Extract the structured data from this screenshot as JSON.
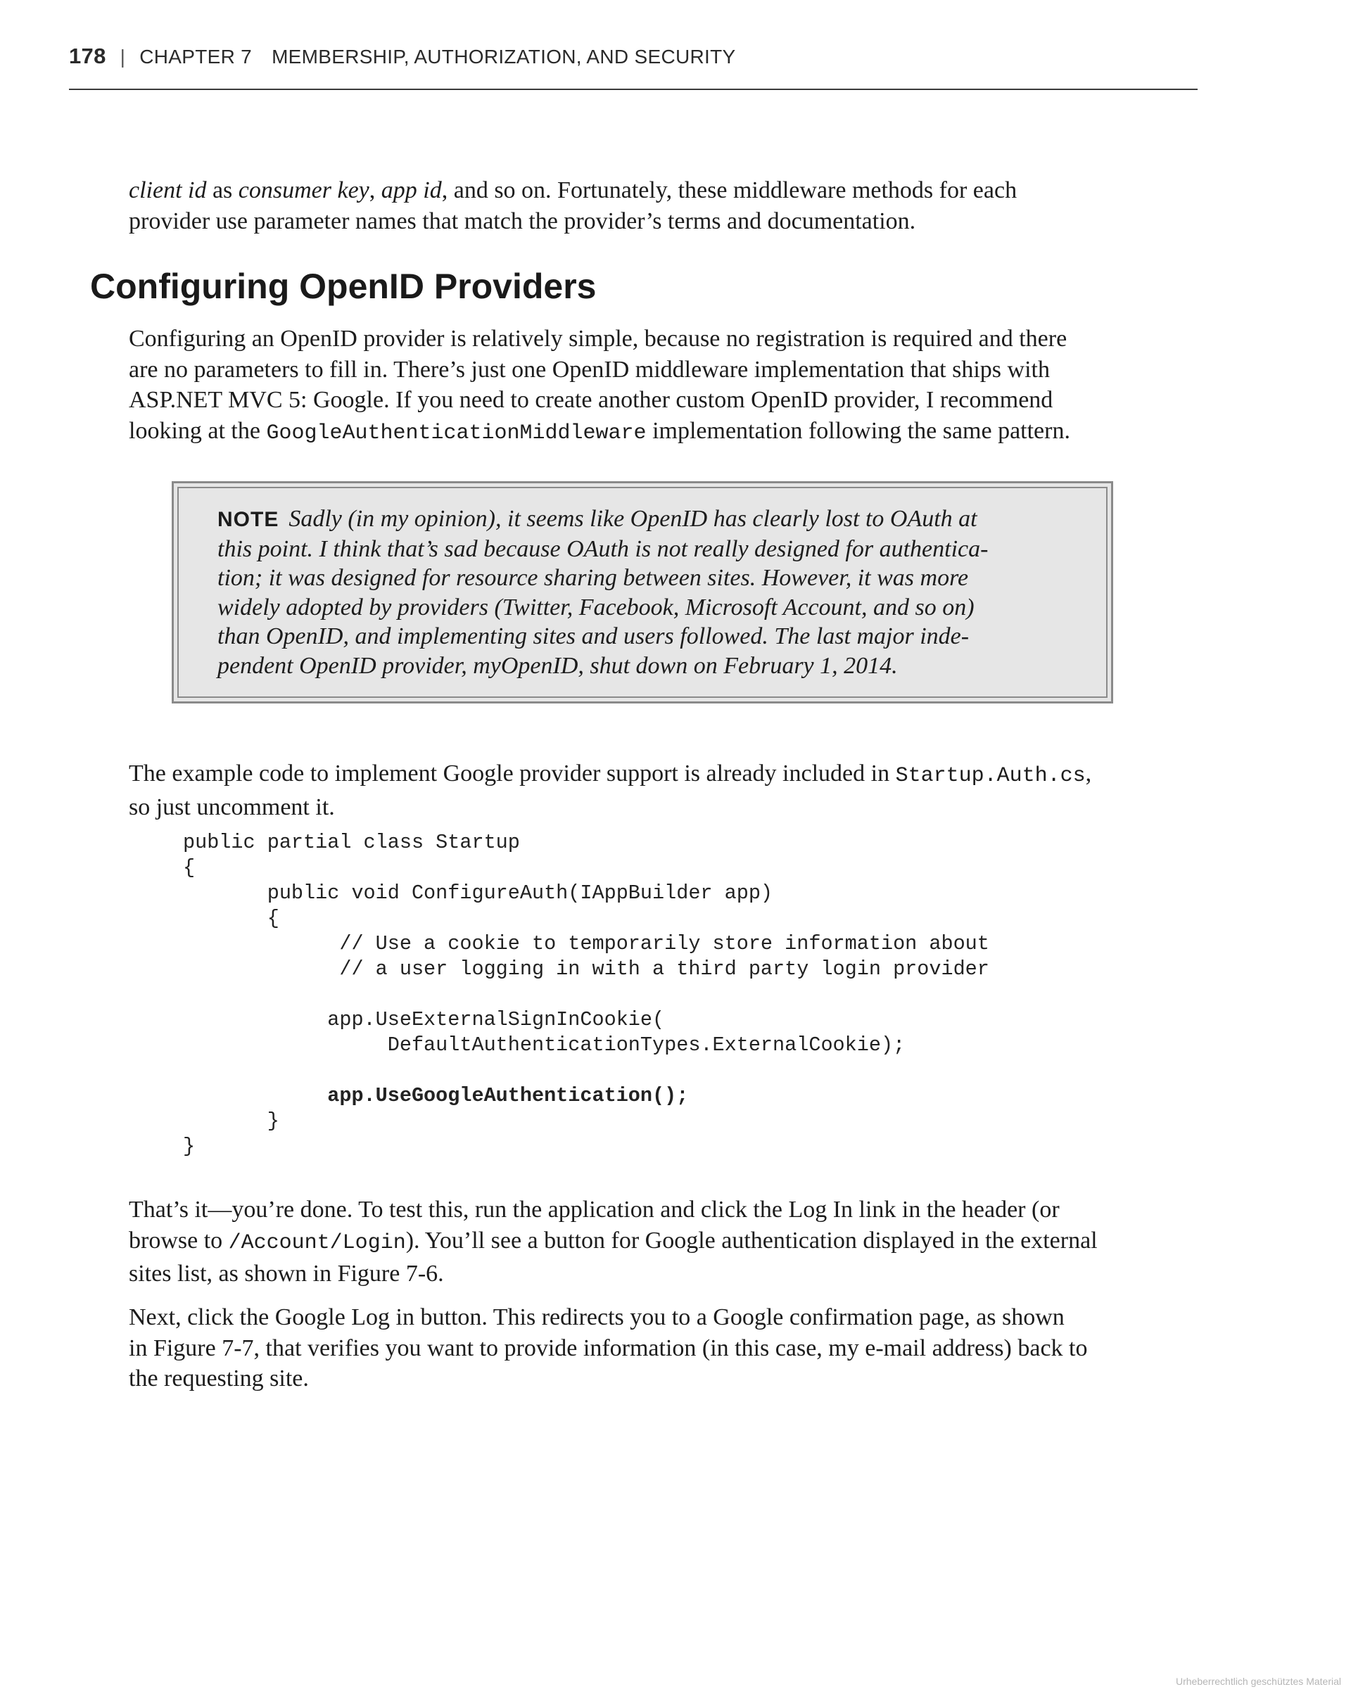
{
  "header": {
    "page_number": "178",
    "separator": "|",
    "chapter": "CHAPTER 7",
    "chapter_title": "MEMBERSHIP, AUTHORIZATION, AND SECURITY"
  },
  "intro": {
    "term1": "client id",
    "as1": " as ",
    "term2": "consumer key",
    "comma": ", ",
    "term3": "app id",
    "rest1": ", and so on. Fortunately, these middleware methods for each",
    "line2": "provider use parameter names that match the provider’s terms and documentation."
  },
  "section": {
    "heading": "Configuring OpenID Providers",
    "p1_line1": "Configuring an OpenID provider is relatively simple, because no registration is required and there",
    "p1_line2": "are no parameters to fill in. There’s just one OpenID middleware implementation that ships with",
    "p1_line3": "ASP.NET MVC 5: Google. If you need to create another custom OpenID provider, I recommend",
    "p1_line4_pre": "looking at the ",
    "p1_line4_code": "GoogleAuthenticationMiddleware",
    "p1_line4_post": " implementation following the same pattern."
  },
  "note": {
    "label": "NOTE",
    "lines": [
      "Sadly (in my opinion), it seems like OpenID has clearly lost to OAuth at",
      "this point. I think that’s sad because OAuth is not really designed for authentica-",
      "tion; it was designed for resource sharing between sites. However, it was more",
      "widely adopted by providers (Twitter, Facebook, Microsoft Account, and so on)",
      "than OpenID, and implementing sites and users followed. The last major inde-",
      "pendent OpenID provider, myOpenID, shut down on February 1, 2014."
    ]
  },
  "example": {
    "line1_pre": "The example code to implement Google provider support is already included in ",
    "line1_code": "Startup.Auth.cs",
    "line1_post": ",",
    "line2": "so just uncomment it."
  },
  "code": {
    "lines": [
      "public partial class Startup",
      "{",
      "       public void ConfigureAuth(IAppBuilder app)",
      "       {",
      "             // Use a cookie to temporarily store information about",
      "             // a user logging in with a third party login provider",
      "",
      "            app.UseExternalSignInCookie(",
      "                 DefaultAuthenticationTypes.ExternalCookie);",
      "",
      "            app.UseGoogleAuthentication();",
      "       }",
      "}"
    ]
  },
  "done": {
    "line1": "That’s it—you’re done. To test this, run the application and click the Log In link in the header (or",
    "line2_pre": "browse to ",
    "line2_code": "/Account/Login",
    "line2_post": "). You’ll see a button for Google authentication displayed in the external",
    "line3": "sites list, as shown in Figure 7-6."
  },
  "next": {
    "line1": "Next, click the Google Log in button. This redirects you to a Google confirmation page, as shown",
    "line2": "in Figure 7-7, that verifies you want to provide information (in this case, my e-mail address) back to",
    "line3": "the requesting site."
  },
  "watermark": "Urheberrechtlich geschütztes Material"
}
